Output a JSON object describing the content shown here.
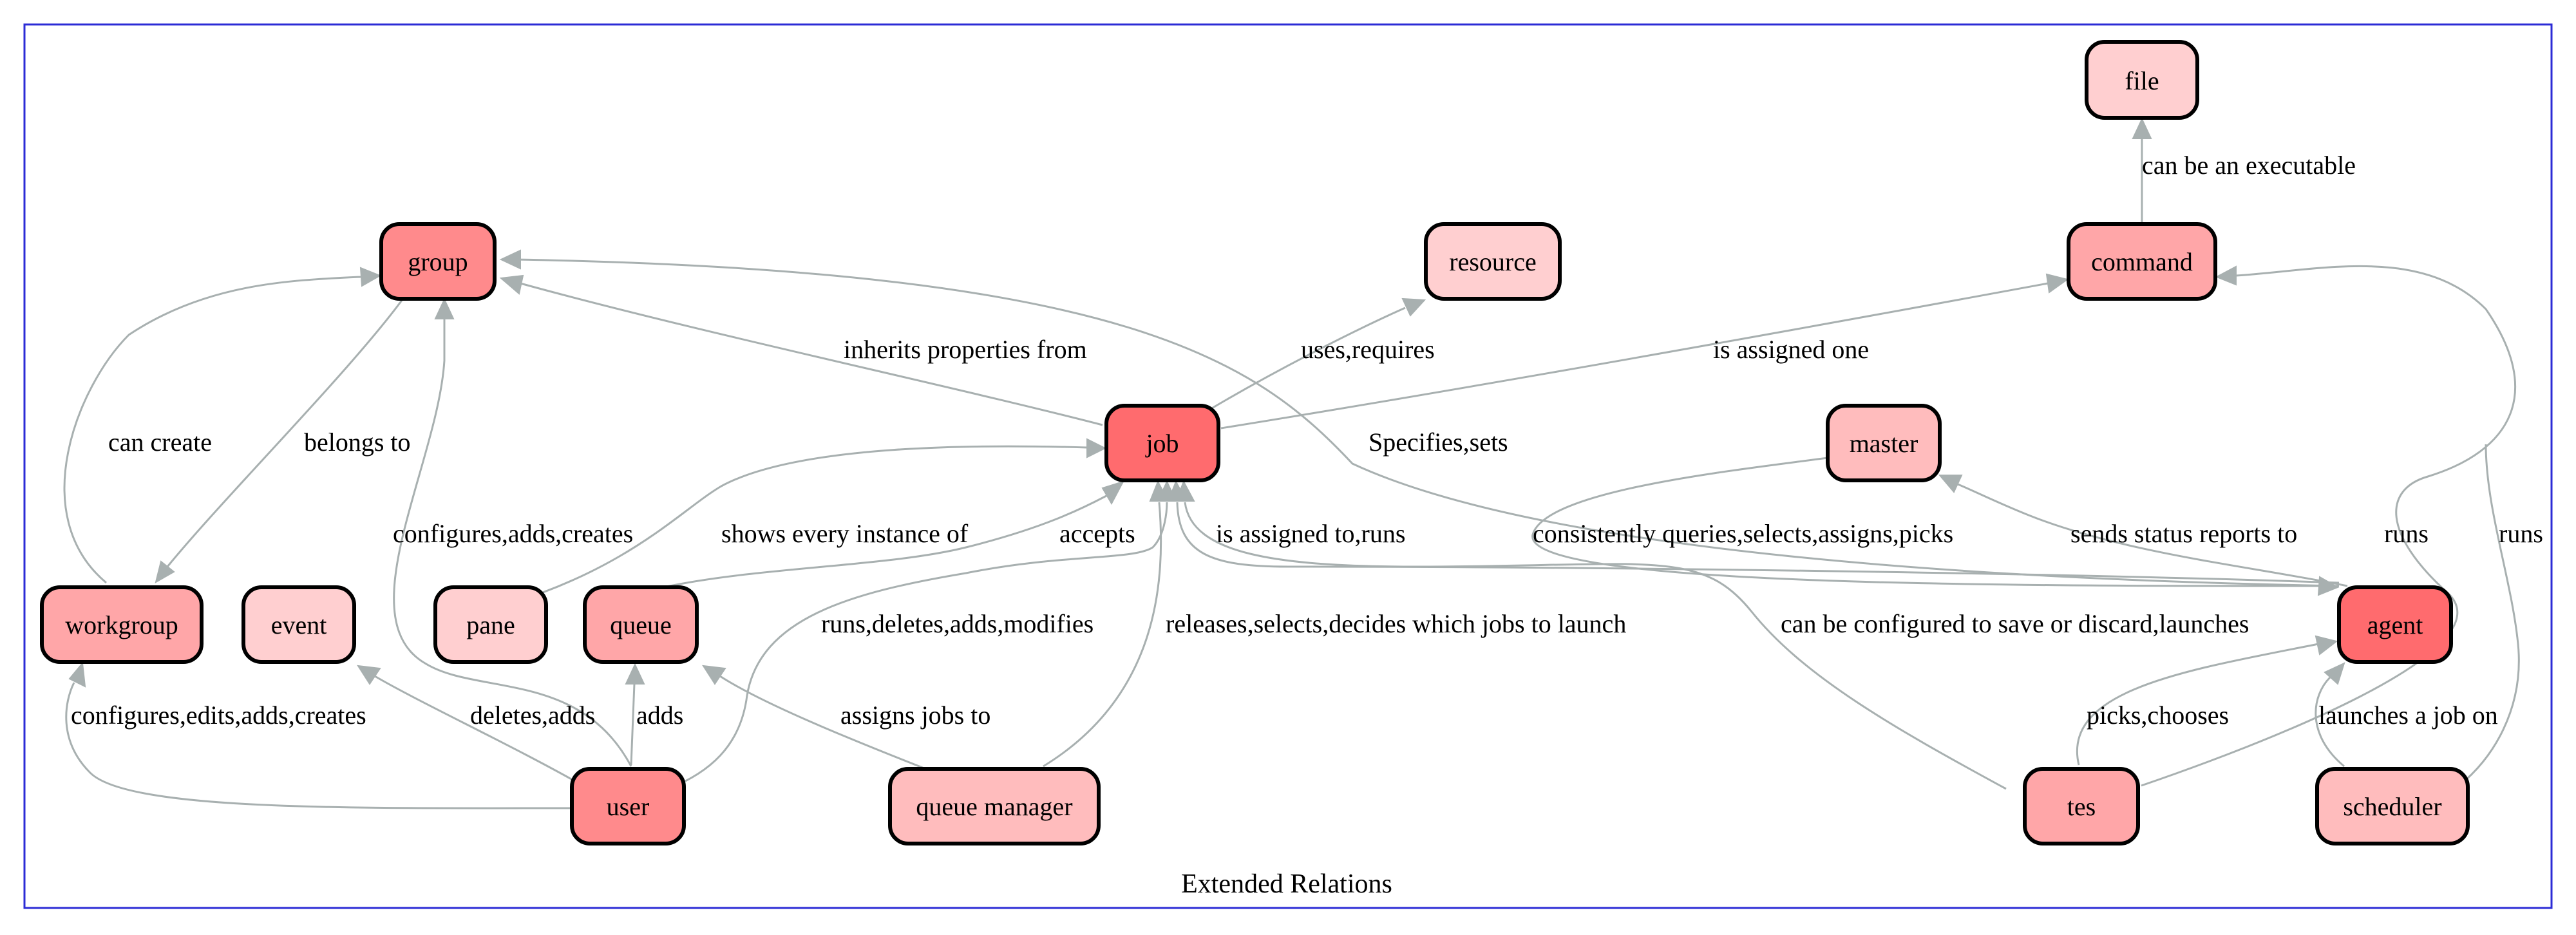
{
  "caption": "Extended Relations",
  "colors": {
    "frame": "#2b2bd6",
    "edge": "#a8b0b0",
    "node_dark": "#ff6b6e",
    "node_strong": "#ff8a8c",
    "node_medium": "#ffa6a8",
    "node_light": "#ffbcbd",
    "node_pale": "#ffcfd0"
  },
  "nodes": [
    {
      "id": "file",
      "label": "file",
      "shade": "node_pale"
    },
    {
      "id": "group",
      "label": "group",
      "shade": "node_strong"
    },
    {
      "id": "resource",
      "label": "resource",
      "shade": "node_pale"
    },
    {
      "id": "command",
      "label": "command",
      "shade": "node_medium"
    },
    {
      "id": "job",
      "label": "job",
      "shade": "node_dark"
    },
    {
      "id": "master",
      "label": "master",
      "shade": "node_light"
    },
    {
      "id": "workgroup",
      "label": "workgroup",
      "shade": "node_medium"
    },
    {
      "id": "event",
      "label": "event",
      "shade": "node_pale"
    },
    {
      "id": "pane",
      "label": "pane",
      "shade": "node_pale"
    },
    {
      "id": "queue",
      "label": "queue",
      "shade": "node_medium"
    },
    {
      "id": "agent",
      "label": "agent",
      "shade": "node_dark"
    },
    {
      "id": "user",
      "label": "user",
      "shade": "node_strong"
    },
    {
      "id": "queue_manager",
      "label": "queue manager",
      "shade": "node_light"
    },
    {
      "id": "tes",
      "label": "tes",
      "shade": "node_medium"
    },
    {
      "id": "scheduler",
      "label": "scheduler",
      "shade": "node_light"
    }
  ],
  "edges": [
    {
      "id": "command_file",
      "label": "can be an executable"
    },
    {
      "id": "job_group",
      "label": "inherits properties from"
    },
    {
      "id": "job_resource",
      "label": "uses,requires"
    },
    {
      "id": "job_command",
      "label": "is assigned one"
    },
    {
      "id": "workgroup_group",
      "label": "can create"
    },
    {
      "id": "group_workgroup",
      "label": "belongs to"
    },
    {
      "id": "agent_group",
      "label": "Specifies,sets"
    },
    {
      "id": "user_group",
      "label": "configures,adds,creates"
    },
    {
      "id": "pane_job",
      "label": "shows every instance of"
    },
    {
      "id": "queue_job",
      "label": "accepts"
    },
    {
      "id": "agent_job",
      "label": "is assigned to,runs"
    },
    {
      "id": "master_agent",
      "label": "consistently queries,selects,assigns,picks"
    },
    {
      "id": "agent_master",
      "label": "sends status reports to"
    },
    {
      "id": "tes_command",
      "label": "runs"
    },
    {
      "id": "scheduler_command",
      "label": "runs"
    },
    {
      "id": "user_job",
      "label": "runs,deletes,adds,modifies"
    },
    {
      "id": "queue_manager_job",
      "label": "releases,selects,decides which jobs to launch"
    },
    {
      "id": "tes_job",
      "label": "can be configured to save or discard,launches"
    },
    {
      "id": "user_workgroup",
      "label": "configures,edits,adds,creates"
    },
    {
      "id": "user_event",
      "label": "deletes,adds"
    },
    {
      "id": "user_queue",
      "label": "adds"
    },
    {
      "id": "queue_manager_queue",
      "label": "assigns jobs to"
    },
    {
      "id": "tes_agent",
      "label": "picks,chooses"
    },
    {
      "id": "scheduler_agent",
      "label": "launches a job on"
    }
  ]
}
